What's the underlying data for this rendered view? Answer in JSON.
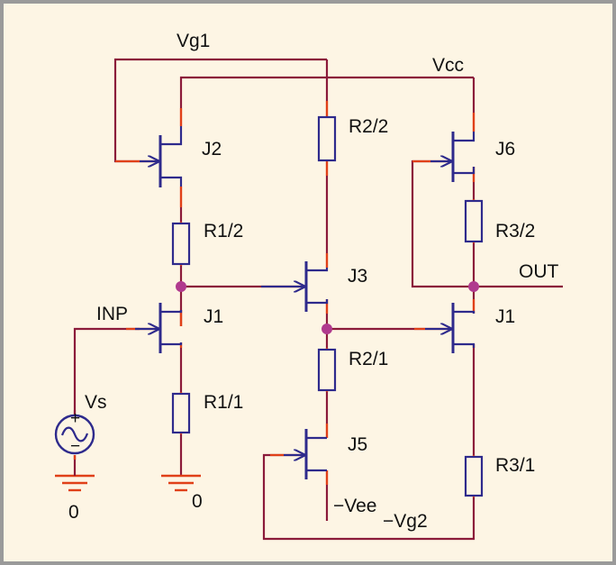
{
  "colors": {
    "background": "#fdf5e4",
    "frame": "#9a9a9a",
    "wire": "#8b1a3a",
    "component": "#2e2a8c",
    "lead": "#e04018",
    "junction": "#b03a8e"
  },
  "labels": {
    "vg1": "Vg1",
    "vcc": "Vcc",
    "j2": "J2",
    "r2_2": "R2/2",
    "j6": "J6",
    "r1_2": "R1/2",
    "r3_2": "R3/2",
    "out": "OUT",
    "j3": "J3",
    "inp": "INP",
    "j1_left": "J1",
    "j1_right": "J1",
    "r2_1": "R2/1",
    "vs": "Vs",
    "r1_1": "R1/1",
    "j5": "J5",
    "r3_1": "R3/1",
    "vee": "−Vee",
    "vg2": "−Vg2",
    "gnd_left": "0",
    "gnd_right": "0",
    "plus": "+",
    "minus": "−"
  }
}
